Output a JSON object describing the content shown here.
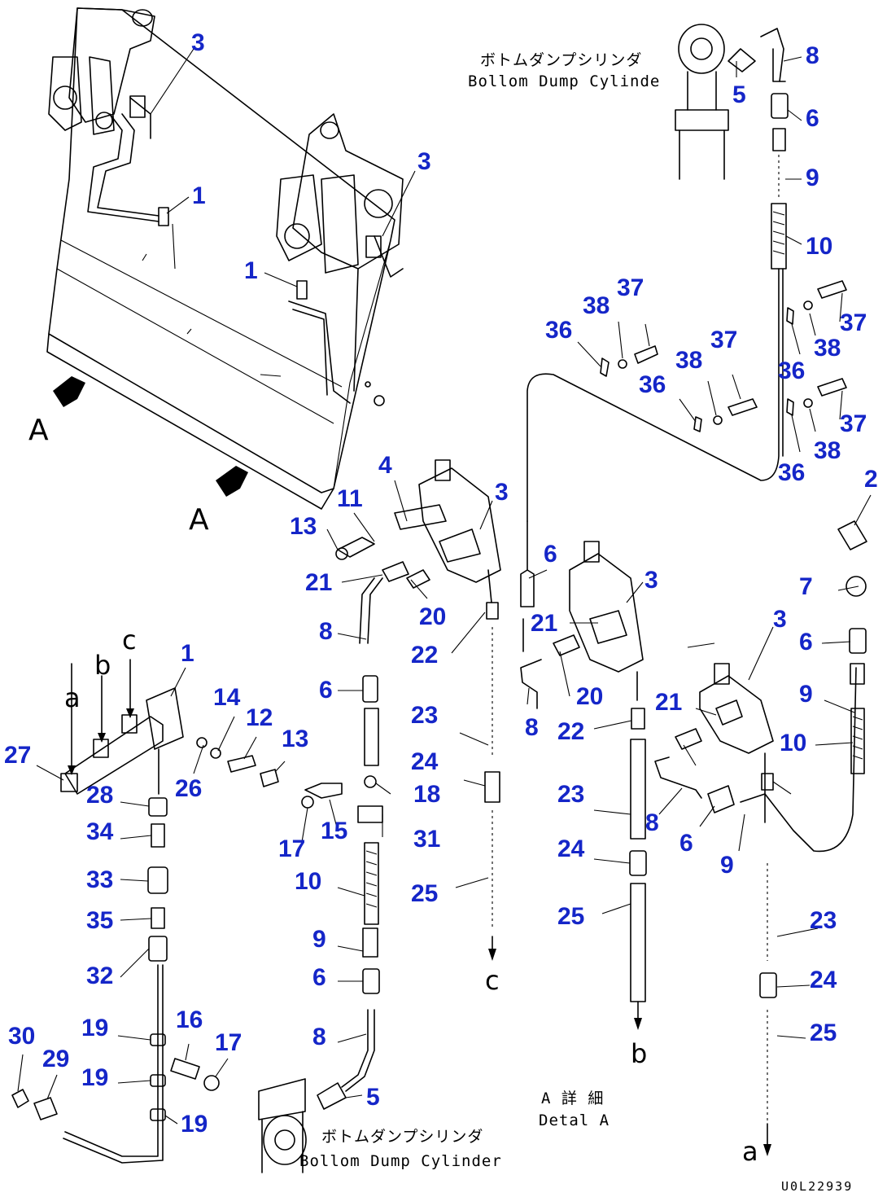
{
  "captions": {
    "top_jp": "ボトムダンプシリンダ",
    "top_en": "Bollom Dump Cylinde",
    "bottom_jp": "ボトムダンプシリンダ",
    "bottom_en": "Bollom Dump Cylinder",
    "detail_jp": "A 詳 細",
    "detail_en": "Detal A"
  },
  "view_letters": [
    "A",
    "A"
  ],
  "connection_letters": [
    "c",
    "b",
    "a",
    "c",
    "b",
    "a"
  ],
  "drawing_code": "U0L22939",
  "colors": {
    "part_number": "#1526c8",
    "linework": "#000000"
  },
  "part_labels": [
    "3",
    "1",
    "3",
    "1",
    "8",
    "5",
    "6",
    "9",
    "10",
    "37",
    "38",
    "36",
    "38",
    "37",
    "36",
    "37",
    "38",
    "36",
    "37",
    "38",
    "36",
    "2",
    "4",
    "3",
    "11",
    "13",
    "21",
    "20",
    "6",
    "21",
    "3",
    "7",
    "3",
    "6",
    "8",
    "22",
    "23",
    "24",
    "9",
    "25",
    "10",
    "20",
    "21",
    "22",
    "6",
    "23",
    "8",
    "8",
    "24",
    "6",
    "9",
    "25",
    "23",
    "24",
    "25",
    "8",
    "1",
    "c",
    "14",
    "12",
    "13",
    "27",
    "26",
    "28",
    "34",
    "33",
    "35",
    "32",
    "19",
    "16",
    "17",
    "30",
    "29",
    "19",
    "19",
    "5",
    "18",
    "15",
    "17",
    "31",
    "10",
    "9",
    "6",
    "8",
    "22",
    "22",
    "23",
    "24",
    "25"
  ]
}
